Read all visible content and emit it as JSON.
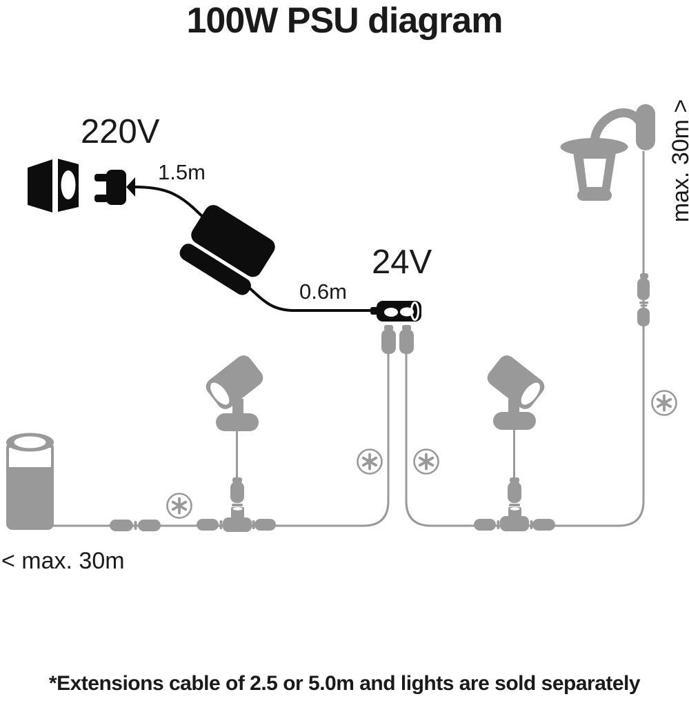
{
  "title": "100W PSU diagram",
  "labels": {
    "mains_voltage": "220V",
    "mains_cable_length": "1.5m",
    "output_voltage": "24V",
    "output_cable_length": "0.6m",
    "max_run_right_rotated": "max. 30m >",
    "max_run_left": "< max. 30m"
  },
  "footnote": "*Extensions cable of 2.5 or 5.0m and lights are sold separately",
  "markers": {
    "symbol": "*",
    "count": 4
  },
  "icons": [
    "wall-socket-icon",
    "power-plug-icon",
    "psu-brick-icon",
    "two-way-connector-icon",
    "low-voltage-plug-icon",
    "bollard-light-icon",
    "spotlight-icon",
    "wall-lantern-icon",
    "t-connector-icon",
    "inline-connector-icon",
    "asterisk-marker-icon"
  ],
  "colors": {
    "device_black": "#0d0d0d",
    "accessory_gray": "#999999",
    "text_black": "#1a1a1a",
    "background": "#ffffff"
  }
}
